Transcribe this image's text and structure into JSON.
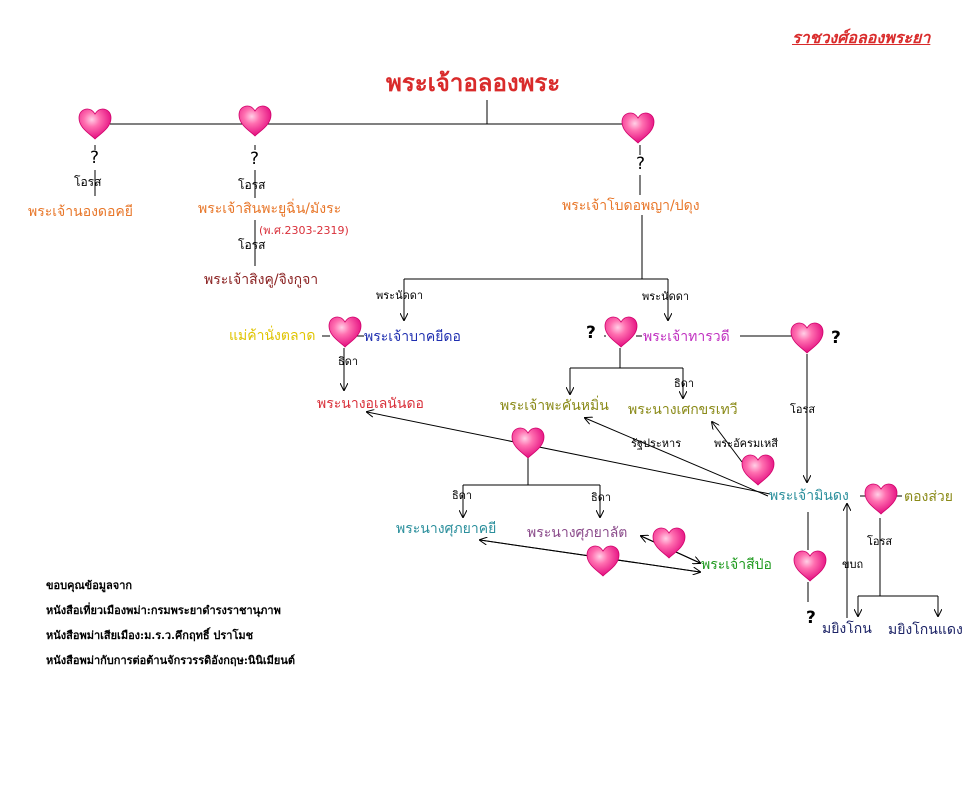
{
  "header": {
    "subtitle": "ราชวงศ์อลองพระยา",
    "title": "พระเจ้าอลองพระ"
  },
  "people": {
    "nongdokyi": "พระเจ้านองดอคยี",
    "sinbyushin": "พระเจ้าสินพะยูฉิ่น/มังระ",
    "sinbyushin_date": "(พ.ศ.2303-2319)",
    "singu": "พระเจ้าสิงคู/จิงกูจา",
    "bodawpaya": "พระเจ้าโบดอพญา/ปดุง",
    "market_woman": "แม่ค้านั่งตลาด",
    "bagyidaw": "พระเจ้าบาคยีดอ",
    "tharrawaddy": "พระเจ้าทารวดี",
    "alenandaw": "พระนางอเลนันดอ",
    "pagan_min": "พระเจ้าพะคันหมิ่น",
    "sekkya": "พระนางเศกขรเทวี",
    "mindon": "พระเจ้ามินดง",
    "taungsway": "ตองส่วย",
    "supayagyi": "พระนางศุภยาคยี",
    "supayalat": "พระนางศุภยาลัต",
    "thibaw": "พระเจ้าสีป่อ",
    "myingun": "มยิงโกน",
    "myingondaing": "มยิงโกนแดง"
  },
  "relations": {
    "son": "โอรส",
    "nephew": "พระนัดดา",
    "daughter": "ธิดา",
    "coup": "รัฐประหาร",
    "chief_queen": "พระอัครมเหสี",
    "rebel": "ขบถ"
  },
  "unknown_mark": "?",
  "credits": {
    "heading": "ขอบคุณข้อมูลจาก",
    "items": [
      "หนังสือเที่ยวเมืองพม่า:กรมพระยาดำรงราชานุภาพ",
      "หนังสือพม่าเสียเมือง:ม.ร.ว.คึกฤทธิ์ ปราโมช",
      "หนังสือพม่ากับการต่อต้านจักรวรรดิอังกฤษ:นินิเมียนต์"
    ]
  },
  "colors": {
    "title": "#d92b2b",
    "orange": "#e8772a",
    "maroon": "#8b2323",
    "pink_red": "#d9303a",
    "yellow": "#e0c400",
    "blue": "#1f2fb0",
    "magenta": "#c030c0",
    "olive": "#8a8a18",
    "teal": "#2b8f9c",
    "purple": "#8a4a8a",
    "green": "#1f9a1f",
    "navy": "#1c2366",
    "heart": "#ff2f8c"
  }
}
